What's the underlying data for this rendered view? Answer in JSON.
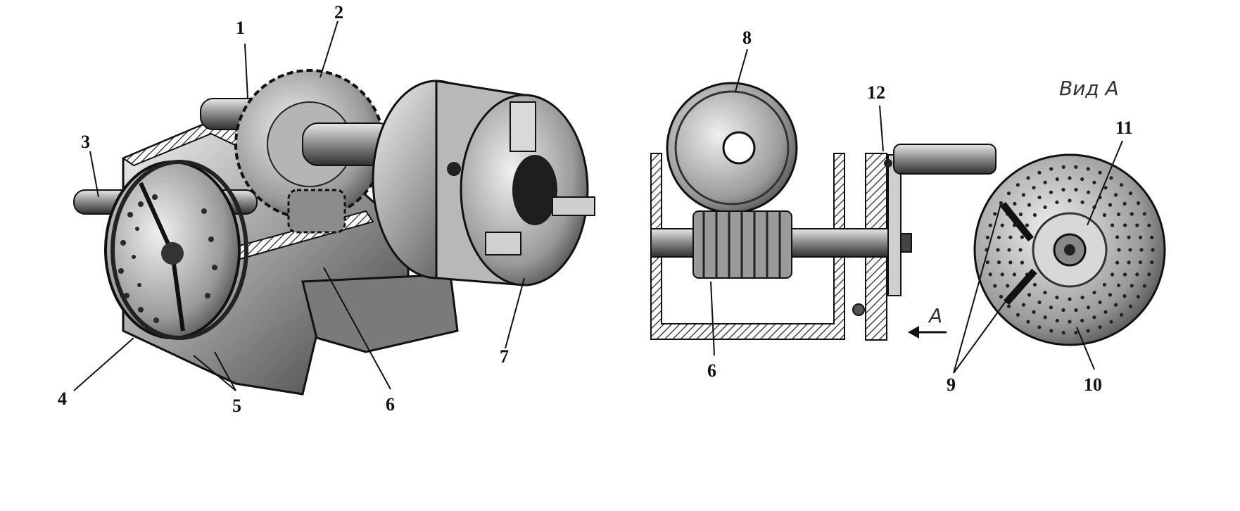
{
  "figure": {
    "view_label": "Вид А",
    "arrow_label": "А",
    "callouts": {
      "c1": "1",
      "c2": "2",
      "c3": "3",
      "c4": "4",
      "c5": "5",
      "c6a": "6",
      "c7": "7",
      "c8": "8",
      "c6b": "6",
      "c9": "9",
      "c10": "10",
      "c11": "11",
      "c12": "12"
    }
  }
}
